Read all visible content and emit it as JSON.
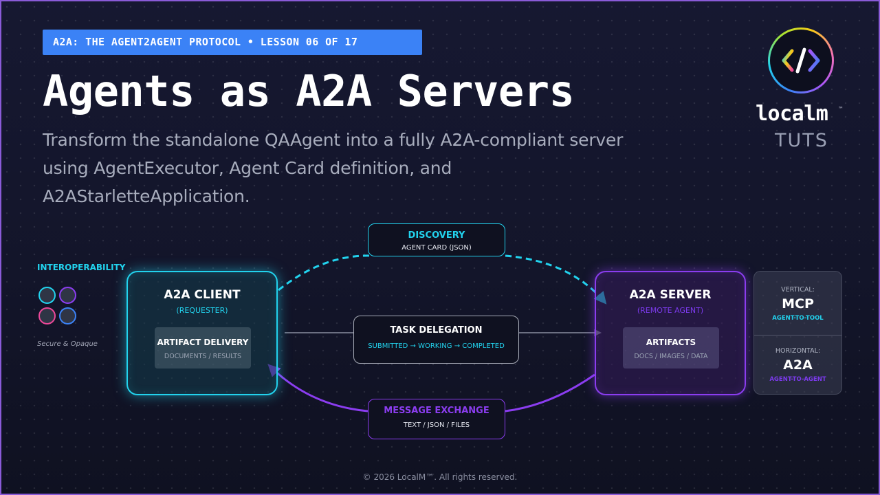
{
  "header": {
    "lesson_badge": "A2A: THE AGENT2AGENT PROTOCOL • LESSON 06 OF 17",
    "title": "Agents as A2A Servers",
    "subtitle": "Transform the standalone QAAgent into a fully A2A-compliant server using AgentExecutor, Agent Card definition, and A2AStarletteApplication."
  },
  "logo": {
    "glyph": "</>",
    "word": "localm",
    "trademark": "™",
    "tagline": "TUTS",
    "icon": "code-brackets-icon"
  },
  "diagram": {
    "interoperability": {
      "title": "INTEROPERABILITY",
      "note": "Secure & Opaque",
      "dot_colors": [
        "#22d3ee",
        "#8b3df0",
        "#ec4899",
        "#3b82f6"
      ]
    },
    "client": {
      "title": "A2A CLIENT",
      "subtitle": "(REQUESTER)",
      "card_title": "ARTIFACT DELIVERY",
      "card_subtitle": "DOCUMENTS / RESULTS"
    },
    "server": {
      "title": "A2A SERVER",
      "subtitle": "(REMOTE AGENT)",
      "card_title": "ARTIFACTS",
      "card_subtitle": "DOCS / IMAGES / DATA"
    },
    "discovery": {
      "title": "DISCOVERY",
      "subtitle": "AGENT CARD (JSON)"
    },
    "task": {
      "title": "TASK DELEGATION",
      "flow": "SUBMITTED → WORKING → COMPLETED"
    },
    "message": {
      "title": "MESSAGE EXCHANGE",
      "subtitle": "TEXT / JSON / FILES"
    },
    "side": {
      "vertical_label": "VERTICAL:",
      "vertical_value": "MCP",
      "vertical_desc": "AGENT-TO-TOOL",
      "horizontal_label": "HORIZONTAL:",
      "horizontal_value": "A2A",
      "horizontal_desc": "AGENT-TO-AGENT"
    },
    "colors": {
      "cyan": "#22d3ee",
      "purple": "#8b3df0",
      "blue": "#3b82f6"
    }
  },
  "footer": {
    "copyright": "© 2026 LocalM™. All rights reserved."
  }
}
